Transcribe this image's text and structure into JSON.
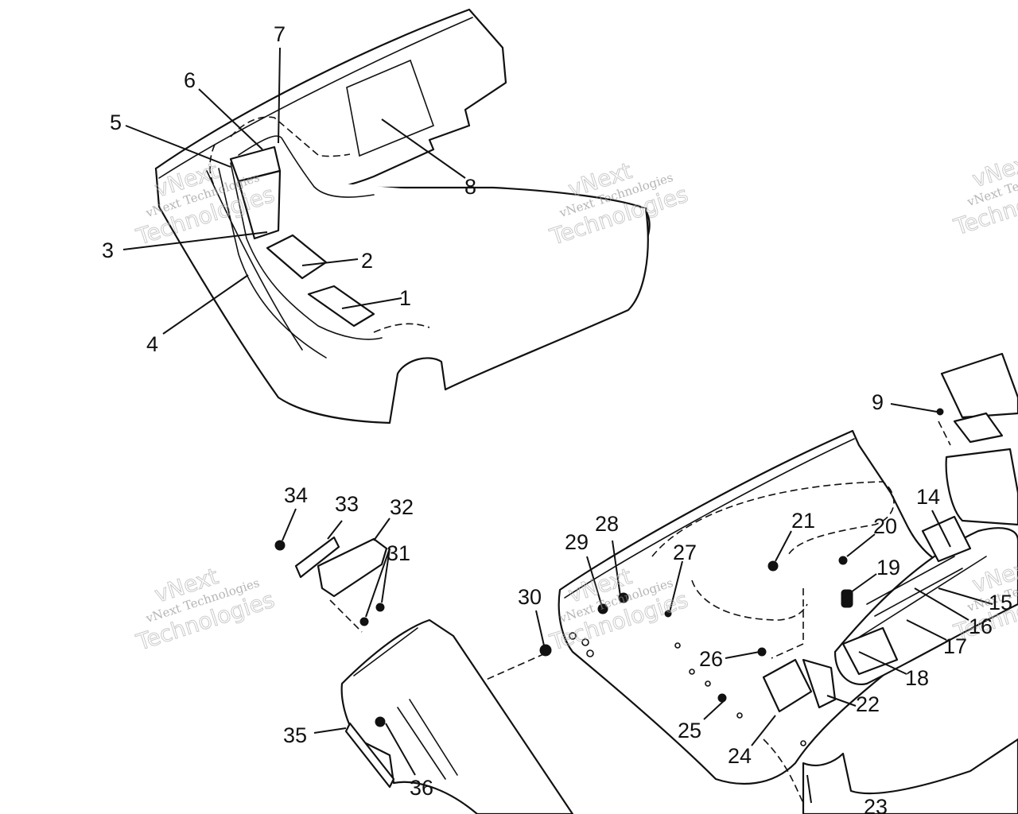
{
  "watermark": {
    "line1": "vNext",
    "line2": "vNext Technologies",
    "line3": "Technologies"
  },
  "callouts": [
    {
      "id": "1",
      "label": "1"
    },
    {
      "id": "2",
      "label": "2"
    },
    {
      "id": "3",
      "label": "3"
    },
    {
      "id": "4",
      "label": "4"
    },
    {
      "id": "5",
      "label": "5"
    },
    {
      "id": "6",
      "label": "6"
    },
    {
      "id": "7",
      "label": "7"
    },
    {
      "id": "8",
      "label": "8"
    },
    {
      "id": "9",
      "label": "9"
    },
    {
      "id": "14",
      "label": "14"
    },
    {
      "id": "15",
      "label": "15"
    },
    {
      "id": "16",
      "label": "16"
    },
    {
      "id": "17",
      "label": "17"
    },
    {
      "id": "18",
      "label": "18"
    },
    {
      "id": "19",
      "label": "19"
    },
    {
      "id": "20",
      "label": "20"
    },
    {
      "id": "21",
      "label": "21"
    },
    {
      "id": "22",
      "label": "22"
    },
    {
      "id": "23",
      "label": "23"
    },
    {
      "id": "24",
      "label": "24"
    },
    {
      "id": "25",
      "label": "25"
    },
    {
      "id": "26",
      "label": "26"
    },
    {
      "id": "27",
      "label": "27"
    },
    {
      "id": "28",
      "label": "28"
    },
    {
      "id": "29",
      "label": "29"
    },
    {
      "id": "30",
      "label": "30"
    },
    {
      "id": "31",
      "label": "31"
    },
    {
      "id": "32",
      "label": "32"
    },
    {
      "id": "33",
      "label": "33"
    },
    {
      "id": "34",
      "label": "34"
    },
    {
      "id": "35",
      "label": "35"
    },
    {
      "id": "36",
      "label": "36"
    }
  ]
}
